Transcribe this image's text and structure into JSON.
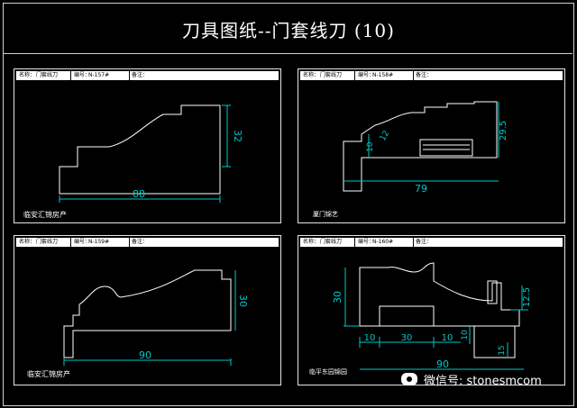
{
  "title": "刀具图纸--门套线刀 (10)",
  "header_fields": {
    "name": "名称：",
    "product": "门套线刀",
    "code_label": "编号：",
    "remark": "备注："
  },
  "panels": [
    {
      "code": "N-157#",
      "footer": "临安汇锦房产",
      "dims": {
        "width": "88",
        "height": "32"
      }
    },
    {
      "code": "N-158#",
      "footer": "厦门锦艺",
      "dims": {
        "width": "79",
        "height": "29.5",
        "small_a": "12",
        "small_b": "10"
      }
    },
    {
      "code": "N-159#",
      "footer": "临安汇锦房产",
      "dims": {
        "width": "90",
        "height": "30"
      }
    },
    {
      "code": "N-160#",
      "footer": "临平东园锦园",
      "dims": {
        "width": "90",
        "height": "30",
        "seg1": "10",
        "seg2": "30",
        "seg3": "10",
        "right": "12.5",
        "right_low": "10",
        "tail": "15"
      }
    }
  ],
  "watermark": "微信号: stonesmcom",
  "colors": {
    "line": "#ffffff",
    "dim": "#00c8c8",
    "bg": "#000000"
  }
}
